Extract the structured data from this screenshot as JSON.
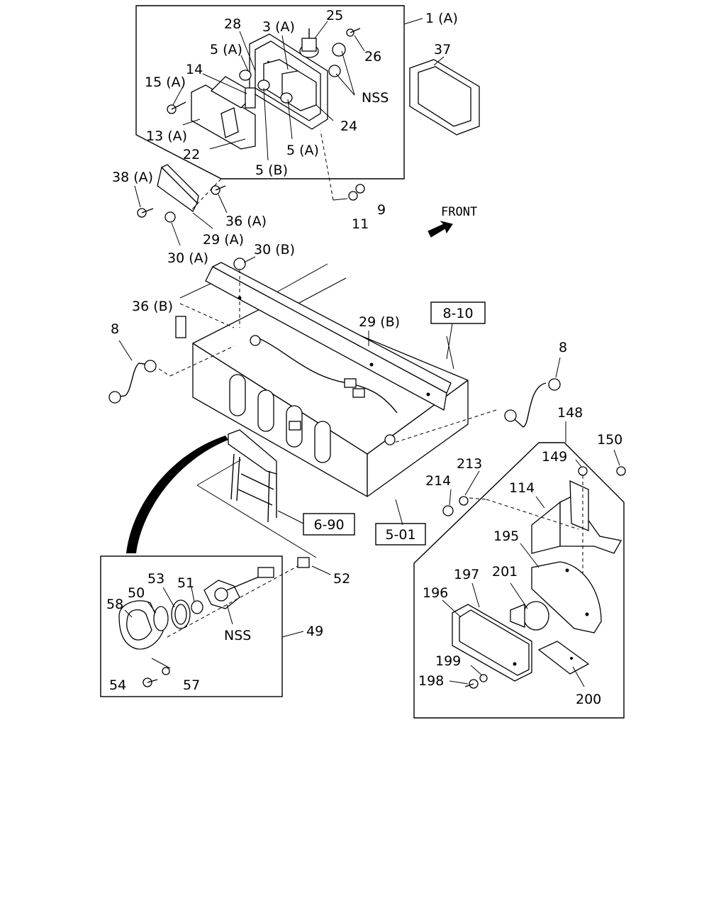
{
  "callouts": {
    "c1a": "1 (A)",
    "c3a": "3 (A)",
    "c25": "25",
    "c26": "26",
    "c28": "28",
    "c5a_top": "5 (A)",
    "c14": "14",
    "c15a": "15 (A)",
    "c13a": "13 (A)",
    "c22": "22",
    "c5b": "5 (B)",
    "c5a_mid": "5 (A)",
    "c24": "24",
    "cnss_top": "NSS",
    "c37": "37",
    "c38a": "38 (A)",
    "c36a": "36 (A)",
    "c29a": "29 (A)",
    "c30a": "30 (A)",
    "c11": "11",
    "c9": "9",
    "front": "FRONT",
    "c30b": "30 (B)",
    "c36b": "36 (B)",
    "c8_left": "8",
    "c29b": "29 (B)",
    "c8_right": "8",
    "c148": "148",
    "c149": "149",
    "c150": "150",
    "c213": "213",
    "c214": "214",
    "c114": "114",
    "c195": "195",
    "c197": "197",
    "c201": "201",
    "c196": "196",
    "c199": "199",
    "c198": "198",
    "c200": "200",
    "c58": "58",
    "c50": "50",
    "c53": "53",
    "c51": "51",
    "c52": "52",
    "cnss_bot": "NSS",
    "c49": "49",
    "c54": "54",
    "c57": "57"
  },
  "ref_boxes": {
    "r810": "8-10",
    "r690": "6-90",
    "r501": "5-01"
  }
}
